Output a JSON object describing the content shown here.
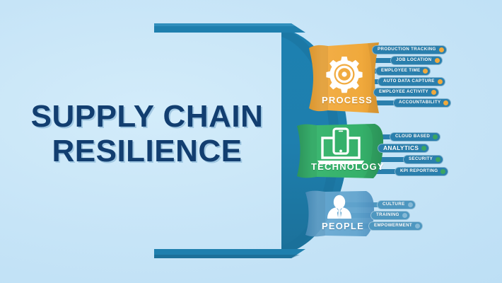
{
  "background": {
    "color_light": "#d3ecfa",
    "color_dark": "#b9ddf4"
  },
  "title": {
    "line1": "SUPPLY CHAIN",
    "line2": "RESILIENCE",
    "color": "#123e70"
  },
  "bracket": {
    "color": "#1e7fae",
    "fill_color": "#2a7fad"
  },
  "panels": [
    {
      "id": "process",
      "caption": "PROCESS",
      "icon": "gear-icon",
      "color": "#f0a93c",
      "color_dark": "#e09a32",
      "caption_color": "#ffffff",
      "bullets": [
        "PRODUCTION TRACKING",
        "JOB LOCATION",
        "EMPLOYEE TIME",
        "AUTO DATA CAPTURE",
        "EMPLOYEE ACTIVITY",
        "ACCOUNTABILITY"
      ]
    },
    {
      "id": "technology",
      "caption": "TECHNOLOGY",
      "icon": "laptop-phone-icon",
      "color": "#35b06a",
      "color_dark": "#2e9a5c",
      "caption_color": "#ffffff",
      "bullets": [
        "CLOUD BASED",
        "ANALYTICS",
        "SECURITY",
        "KPI REPORTING"
      ]
    },
    {
      "id": "people",
      "caption": "PEOPLE",
      "icon": "person-businessman-icon",
      "color": "#5b9fcb",
      "color_dark": "#4e90bd",
      "caption_color": "#ffffff",
      "bullets": [
        "CULTURE",
        "TRAINING",
        "EMPOWERMENT"
      ]
    }
  ]
}
